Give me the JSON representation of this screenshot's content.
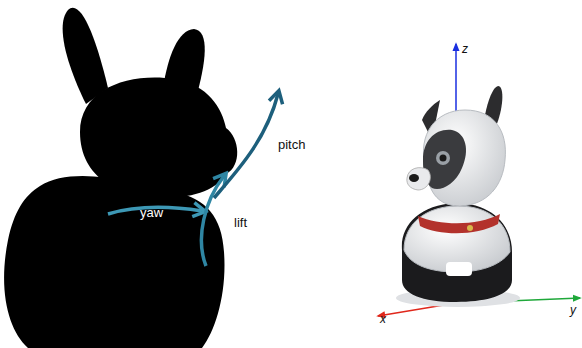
{
  "diagram": {
    "labels": [
      "yaw",
      "lift",
      "pitch",
      "z",
      "x",
      "y"
    ]
  }
}
